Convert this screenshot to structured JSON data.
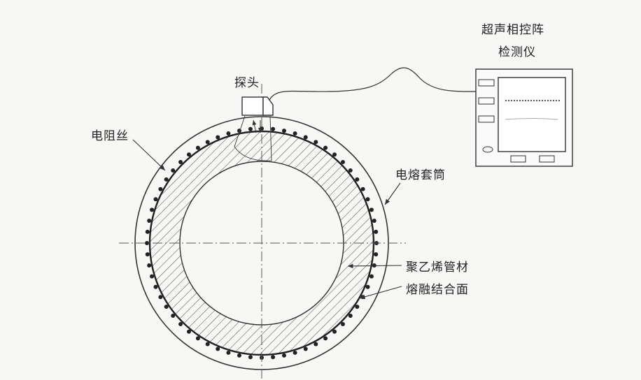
{
  "labels": {
    "probe": "探头",
    "instrument_line1": "超声相控阵",
    "instrument_line2": "检测仪",
    "heating_wire": "电阻丝",
    "electrofusion_sleeve": "电熔套筒",
    "pe_pipe": "聚乙烯管材",
    "fusion_interface": "熔融结合面"
  },
  "colors": {
    "line": "#333333",
    "background": "#f7f7f5"
  }
}
